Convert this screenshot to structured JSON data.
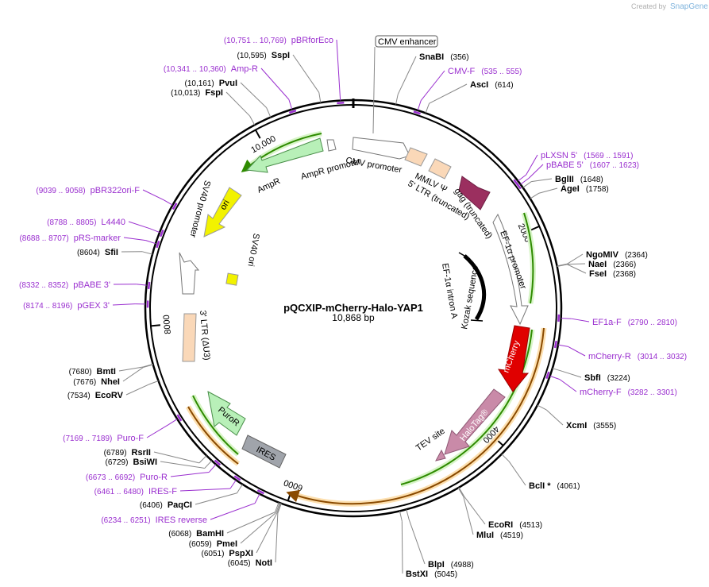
{
  "brand": {
    "created_by": "Created by",
    "name": "SnapGene"
  },
  "plasmid": {
    "name": "pQCXIP-mCherry-Halo-YAP1",
    "length": "10,868 bp"
  },
  "ticks": [
    {
      "label": "2000",
      "bp": 2000
    },
    {
      "label": "4000",
      "bp": 4000
    },
    {
      "label": "6000",
      "bp": 6000
    },
    {
      "label": "8000",
      "bp": 8000
    },
    {
      "label": "10,000",
      "bp": 10000
    }
  ],
  "features": [
    {
      "label": "CMV enhancer",
      "boxed": true
    },
    {
      "label": "CMV promoter"
    },
    {
      "label": "MMLV Ψ"
    },
    {
      "label": "5' LTR (truncated)"
    },
    {
      "label": "gag (truncated)"
    },
    {
      "label": "EF-1α promoter"
    },
    {
      "label": "EF-1α intron A"
    },
    {
      "label": "Kozak sequence"
    },
    {
      "label": "mCherry"
    },
    {
      "label": "HaloTag®"
    },
    {
      "label": "TEV site"
    },
    {
      "label": "IRES"
    },
    {
      "label": "PuroR"
    },
    {
      "label": "3' LTR (ΔU3)"
    },
    {
      "label": "SV40 promoter"
    },
    {
      "label": "SV40 ori"
    },
    {
      "label": "ori"
    },
    {
      "label": "AmpR"
    },
    {
      "label": "AmpR promoter"
    }
  ],
  "sites": [
    {
      "name": "pBRforEco",
      "pos": "(10,751 .. 10,769)",
      "type": "primer"
    },
    {
      "name": "SspI",
      "pos": "(10,595)",
      "type": "enzyme"
    },
    {
      "name": "Amp-R",
      "pos": "(10,341 .. 10,360)",
      "type": "primer"
    },
    {
      "name": "PvuI",
      "pos": "(10,161)",
      "type": "enzyme"
    },
    {
      "name": "FspI",
      "pos": "(10,013)",
      "type": "enzyme"
    },
    {
      "name": "pBR322ori-F",
      "pos": "(9039 .. 9058)",
      "type": "primer"
    },
    {
      "name": "L4440",
      "pos": "(8788 .. 8805)",
      "type": "primer"
    },
    {
      "name": "pRS-marker",
      "pos": "(8688 .. 8707)",
      "type": "primer"
    },
    {
      "name": "SfiI",
      "pos": "(8604)",
      "type": "enzyme"
    },
    {
      "name": "pBABE 3'",
      "pos": "(8332 .. 8352)",
      "type": "primer"
    },
    {
      "name": "pGEX 3'",
      "pos": "(8174 .. 8196)",
      "type": "primer"
    },
    {
      "name": "BmtI",
      "pos": "(7680)",
      "type": "enzyme"
    },
    {
      "name": "NheI",
      "pos": "(7676)",
      "type": "enzyme"
    },
    {
      "name": "EcoRV",
      "pos": "(7534)",
      "type": "enzyme"
    },
    {
      "name": "Puro-F",
      "pos": "(7169 .. 7189)",
      "type": "primer"
    },
    {
      "name": "RsrII",
      "pos": "(6789)",
      "type": "enzyme"
    },
    {
      "name": "BsiWI",
      "pos": "(6729)",
      "type": "enzyme"
    },
    {
      "name": "Puro-R",
      "pos": "(6673 .. 6692)",
      "type": "primer"
    },
    {
      "name": "IRES-F",
      "pos": "(6461 .. 6480)",
      "type": "primer"
    },
    {
      "name": "PaqCI",
      "pos": "(6406)",
      "type": "enzyme"
    },
    {
      "name": "IRES reverse",
      "pos": "(6234 .. 6251)",
      "type": "primer"
    },
    {
      "name": "BamHI",
      "pos": "(6068)",
      "type": "enzyme"
    },
    {
      "name": "PmeI",
      "pos": "(6059)",
      "type": "enzyme"
    },
    {
      "name": "PspXI",
      "pos": "(6051)",
      "type": "enzyme"
    },
    {
      "name": "NotI",
      "pos": "(6045)",
      "type": "enzyme"
    },
    {
      "name": "SnaBI",
      "pos": "(356)",
      "type": "enzyme"
    },
    {
      "name": "CMV-F",
      "pos": "(535 .. 555)",
      "type": "primer"
    },
    {
      "name": "AscI",
      "pos": "(614)",
      "type": "enzyme"
    },
    {
      "name": "pLXSN 5'",
      "pos": "(1569 .. 1591)",
      "type": "primer"
    },
    {
      "name": "pBABE 5'",
      "pos": "(1607 .. 1623)",
      "type": "primer"
    },
    {
      "name": "BglII",
      "pos": "(1648)",
      "type": "enzyme"
    },
    {
      "name": "AgeI",
      "pos": "(1758)",
      "type": "enzyme"
    },
    {
      "name": "NgoMIV",
      "pos": "(2364)",
      "type": "enzyme"
    },
    {
      "name": "NaeI",
      "pos": "(2366)",
      "type": "enzyme"
    },
    {
      "name": "FseI",
      "pos": "(2368)",
      "type": "enzyme"
    },
    {
      "name": "EF1a-F",
      "pos": "(2790 .. 2810)",
      "type": "primer"
    },
    {
      "name": "mCherry-R",
      "pos": "(3014 .. 3032)",
      "type": "primer"
    },
    {
      "name": "SbfI",
      "pos": "(3224)",
      "type": "enzyme"
    },
    {
      "name": "mCherry-F",
      "pos": "(3282 .. 3301)",
      "type": "primer"
    },
    {
      "name": "XcmI",
      "pos": "(3555)",
      "type": "enzyme"
    },
    {
      "name": "BclI *",
      "pos": "(4061)",
      "type": "enzyme"
    },
    {
      "name": "EcoRI",
      "pos": "(4513)",
      "type": "enzyme"
    },
    {
      "name": "MluI",
      "pos": "(4519)",
      "type": "enzyme"
    },
    {
      "name": "BlpI",
      "pos": "(4988)",
      "type": "enzyme"
    },
    {
      "name": "BstXI",
      "pos": "(5045)",
      "type": "enzyme"
    }
  ],
  "colors": {
    "backbone": "#000000",
    "primer": "#9a2fcf",
    "enzyme_label": "#000000",
    "cmv": "#ffffff",
    "ltr": "#fad8b8",
    "gag": "#9b2f5f",
    "mcherry": "#e00000",
    "halotag": "#c98aa8",
    "ires": "#a0a4ab",
    "puror": "#b8f0b8",
    "ori": "#f2f200",
    "ampr": "#b8f0b8",
    "orf_green": "#3aa000",
    "orf_orange": "#d08000"
  }
}
